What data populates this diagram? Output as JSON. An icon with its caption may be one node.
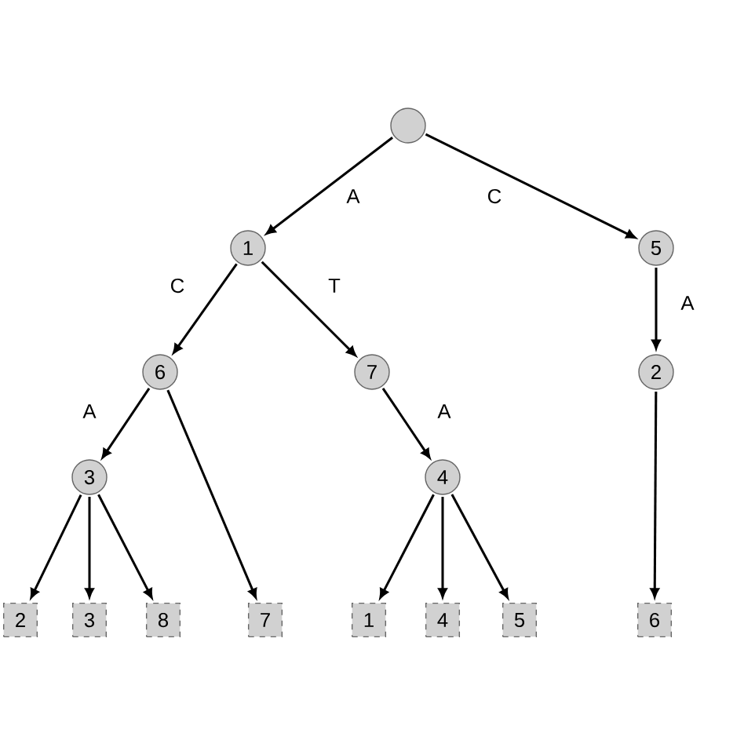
{
  "diagram": {
    "nodes": [
      {
        "text": [],
        "shape": "circle"
      },
      {
        "text": [
          "1"
        ]
      },
      {
        "text": [
          "5"
        ]
      },
      {
        "text": [
          "6"
        ]
      },
      {
        "text": [
          "7"
        ]
      },
      {
        "text": [
          "2"
        ]
      },
      {
        "text": [
          "3"
        ]
      },
      {
        "text": [
          "4"
        ]
      },
      {
        "text": [
          "2"
        ]
      },
      {
        "text": [
          "3"
        ]
      },
      {
        "text": [
          "8"
        ]
      },
      {
        "text": [
          "7"
        ]
      },
      {
        "text": [
          "1"
        ]
      },
      {
        "text": [
          "4"
        ]
      },
      {
        "text": [
          "5"
        ]
      },
      {
        "text": [
          "6"
        ]
      }
    ],
    "edges": [
      {
        "from": 0,
        "to": 1,
        "arrow": "to",
        "label": "A"
      },
      {
        "from": 0,
        "to": 2,
        "arrow": "to",
        "label": "C"
      },
      {
        "from": 1,
        "to": 3,
        "arrow": "to",
        "label": "C"
      },
      {
        "from": 1,
        "to": 4,
        "arrow": "to",
        "label": "T"
      },
      {
        "from": 2,
        "to": 5,
        "arrow": "to",
        "label": "A"
      },
      {
        "from": 3,
        "to": 6,
        "arrow": "to",
        "label": "A"
      },
      {
        "from": 3,
        "to": 11,
        "arrow": "to"
      },
      {
        "from": 4,
        "to": 7,
        "arrow": "to",
        "label": "A"
      },
      {
        "from": 5,
        "to": 15,
        "arrow": "to"
      },
      {
        "from": 6,
        "to": 8,
        "arrow": "to"
      },
      {
        "from": 6,
        "to": 9,
        "arrow": "to"
      },
      {
        "from": 6,
        "to": 10,
        "arrow": "to"
      },
      {
        "from": 7,
        "to": 12,
        "arrow": "to"
      },
      {
        "from": 7,
        "to": 13,
        "arrow": "to"
      },
      {
        "from": 7,
        "to": 14,
        "arrow": "to"
      }
    ]
  }
}
